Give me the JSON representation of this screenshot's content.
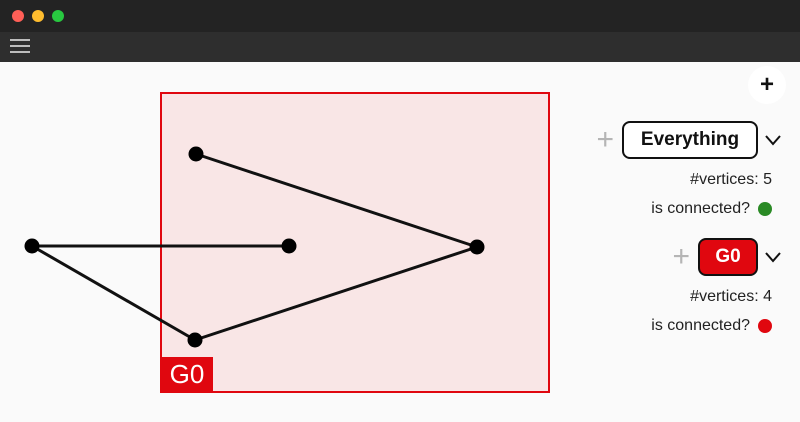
{
  "window": {
    "controls": [
      {
        "name": "close",
        "color": "#ff5f57"
      },
      {
        "name": "minimize",
        "color": "#febc2e"
      },
      {
        "name": "maximize",
        "color": "#28c840"
      }
    ]
  },
  "toolbar": {
    "add_graph_label": "+"
  },
  "panel": {
    "groups": [
      {
        "label": "Everything",
        "plus_label": "+",
        "vertices_label": "#vertices:",
        "vertices_count": "5",
        "connected_label": "is connected?",
        "connected": true,
        "status_color": "#2a8a25"
      },
      {
        "label": "G0",
        "plus_label": "+",
        "vertices_label": "#vertices:",
        "vertices_count": "4",
        "connected_label": "is connected?",
        "connected": false,
        "status_color": "#e0070f"
      }
    ]
  },
  "graph": {
    "subgraph_label": "G0",
    "subgraph_color": "#e0070f",
    "subgraph_fill": "#f9e6e6",
    "vertex_color": "#000000",
    "edge_color": "#111111"
  }
}
